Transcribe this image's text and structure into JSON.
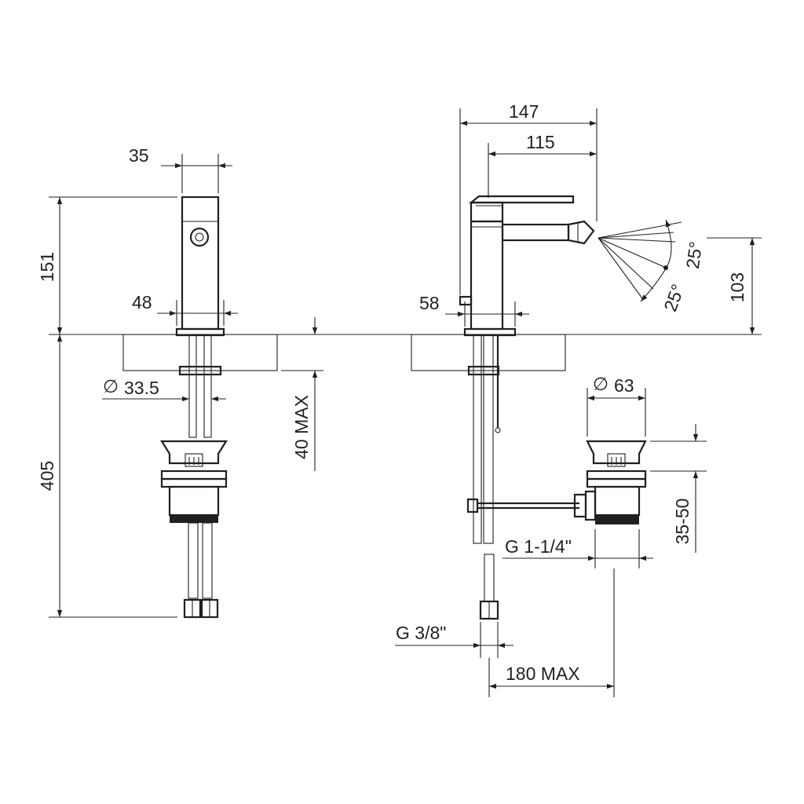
{
  "front_view": {
    "width_top": "35",
    "height_spout": "151",
    "base_width": "48",
    "hole_diameter": "33.5",
    "deck_thickness": "40 MAX",
    "total_depth": "405"
  },
  "side_view": {
    "overall_length": "147",
    "spout_length": "115",
    "outlet_height": "103",
    "angle_up": "25°",
    "angle_down": "25°",
    "base_offset": "58",
    "waste_diameter": "63",
    "waste_adjust": "35-50",
    "waste_thread": "G 1-1/4\"",
    "supply_thread": "G 3/8\"",
    "rod_length": "180 MAX"
  },
  "diameter_symbol": "∅",
  "colors": {
    "ink": "#231f20",
    "hatch": "#231f20",
    "paper": "#ffffff"
  }
}
